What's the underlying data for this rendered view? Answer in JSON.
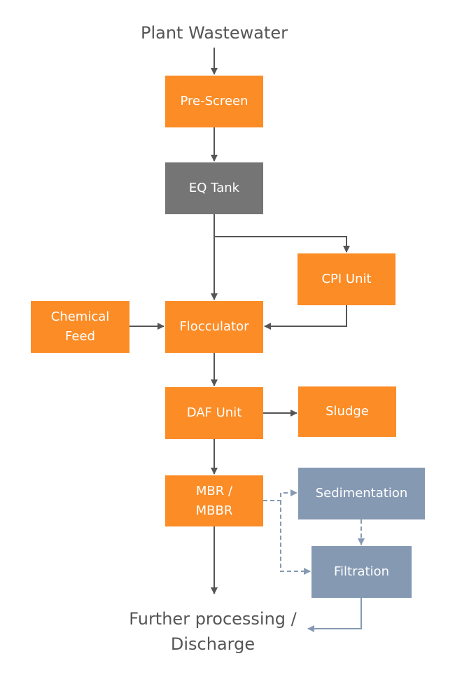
{
  "colors": {
    "orange": "#fb8c26",
    "gray": "#757575",
    "blue_gray": "#8599b3",
    "arrow": "#555555",
    "arrow_blue": "#8599b3",
    "text": "#555555"
  },
  "input_label": "Plant Wastewater",
  "output_label": "Further processing /\nDischarge",
  "nodes": {
    "pre_screen": "Pre-Screen",
    "eq_tank": "EQ Tank",
    "cpi_unit": "CPI Unit",
    "chemical_feed": "Chemical\nFeed",
    "flocculator": "Flocculator",
    "daf_unit": "DAF Unit",
    "sludge": "Sludge",
    "mbr_mbbr": "MBR /\nMBBR",
    "sedimentation": "Sedimentation",
    "filtration": "Filtration"
  }
}
